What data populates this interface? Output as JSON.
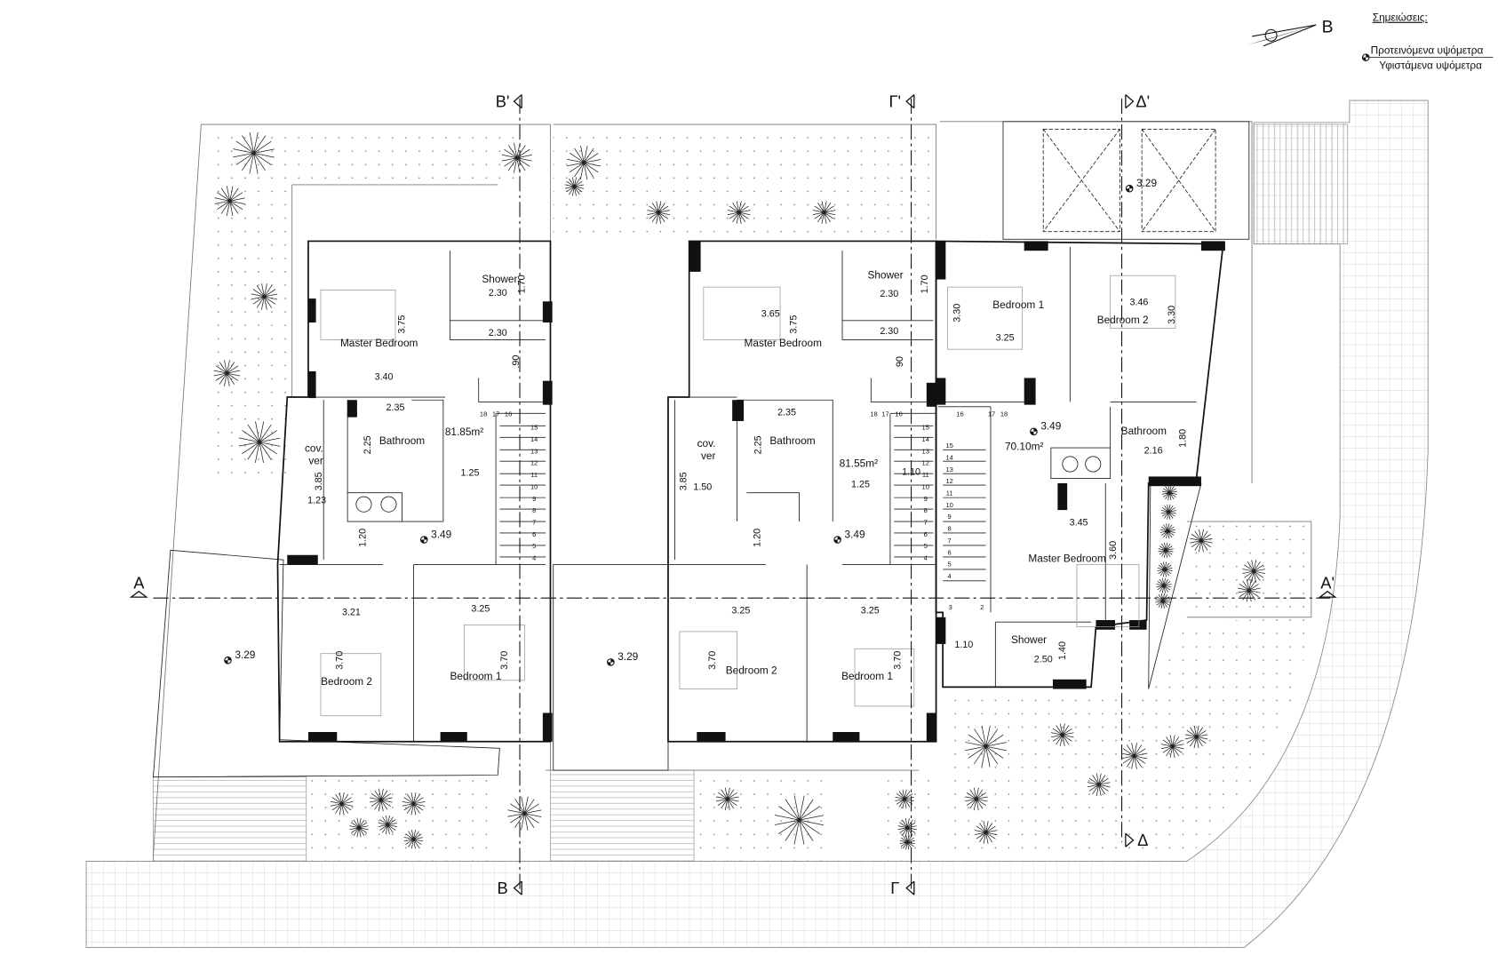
{
  "legend": {
    "title": "Σημειώσεις:",
    "proposed": "Προτεινόμενα υψόμετρα",
    "existing": "Υφιστάμενα υψόμετρα"
  },
  "north_arrow": {
    "label": "Β"
  },
  "sections": [
    "Β'",
    "Γ'",
    "Δ'",
    "Β",
    "Γ",
    "Δ",
    "Α",
    "Α'"
  ],
  "rooms": [
    "Master Bedroom",
    "Shower",
    "Bathroom",
    "cov.",
    "ver",
    "Bedroom 2",
    "Bedroom 1",
    "Master Bedroom",
    "Shower",
    "Bathroom",
    "cov.",
    "ver",
    "Bedroom 2",
    "Bedroom 1",
    "Bedroom 1",
    "Bedroom 2",
    "Bathroom",
    "Master Bedroom",
    "Shower"
  ],
  "areas": [
    "81.85m²",
    "81.55m²",
    "70.10m²"
  ],
  "levels": [
    "3.49",
    "3.49",
    "3.49",
    "3.29",
    "3.29",
    "3.29"
  ],
  "dimensions": [
    "2.30",
    "1.70",
    "2.30",
    "3.75",
    "3.40",
    ".90",
    "2.35",
    "2.25",
    "1.25",
    "3.85",
    "1.23",
    "1.20",
    "3.21",
    "3.25",
    "3.70",
    "3.70",
    "3.65",
    "3.75",
    "2.30",
    "1.70",
    "2.30",
    "90",
    "2.35",
    "2.25",
    "1.50",
    "3.85",
    "1.25",
    "1.10",
    "1.20",
    "3.25",
    "3.25",
    "3.70",
    "3.70",
    "3.30",
    "3.25",
    "3.46",
    "3.30",
    "2.16",
    "1.80",
    "3.45",
    "3.60",
    "1.10",
    "2.50",
    "1.40"
  ],
  "stairs": [
    {
      "top": [
        "18",
        "17",
        "16"
      ],
      "flight": [
        "15",
        "14",
        "13",
        "12",
        "11",
        "10",
        "9",
        "8",
        "7",
        "6",
        "5",
        "4"
      ]
    },
    {
      "top": [
        "18",
        "17",
        "16"
      ],
      "flight": [
        "15",
        "14",
        "13",
        "12",
        "11",
        "10",
        "9",
        "8",
        "7",
        "6",
        "5",
        "4"
      ]
    },
    {
      "top": [
        "16",
        "17",
        "18"
      ],
      "flight": [
        "15",
        "14",
        "13",
        "12",
        "11",
        "10",
        "9",
        "8",
        "7",
        "6",
        "5",
        "4"
      ],
      "bottom": [
        "3",
        "2"
      ]
    }
  ],
  "colors": {
    "ink": "#111111",
    "paving": "#bbbbbb",
    "planting": "#999999"
  }
}
